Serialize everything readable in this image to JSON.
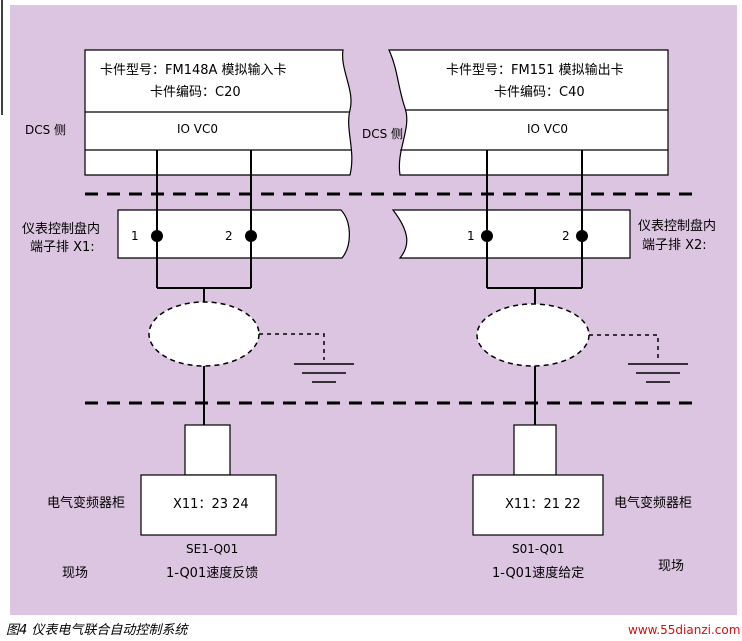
{
  "colors": {
    "panel": "#dcc5e0",
    "line": "#000000",
    "watermark": "#d01010"
  },
  "left_card": {
    "model": "卡件型号：FM148A 模拟输入卡",
    "code": "卡件编码：C20",
    "io": "IO  VC0",
    "dcs_label": "DCS 侧"
  },
  "right_card": {
    "model": "卡件型号：FM151 模拟输出卡",
    "code": "卡件编码：C40",
    "io": "IO  VC0",
    "dcs_label": "DCS 侧"
  },
  "left_terminal": {
    "label_line1": "仪表控制盘内",
    "label_line2": "端子排 X1:",
    "pin1": "1",
    "pin2": "2"
  },
  "right_terminal": {
    "label_line1": "仪表控制盘内",
    "label_line2": "端子排 X2:",
    "pin1": "1",
    "pin2": "2"
  },
  "left_field": {
    "cabinet_label": "电气变频器柜",
    "box_text": "X11：23  24",
    "tag": "SE1-Q01",
    "signal": "1-Q01速度反馈",
    "site": "现场"
  },
  "right_field": {
    "cabinet_label": "电气变频器柜",
    "box_text": "X11：21  22",
    "tag": "S01-Q01",
    "signal": "1-Q01速度给定",
    "site": "现场"
  },
  "caption": "图4   仪表电气联合自动控制系统",
  "watermark": "www.55dianzi.com"
}
